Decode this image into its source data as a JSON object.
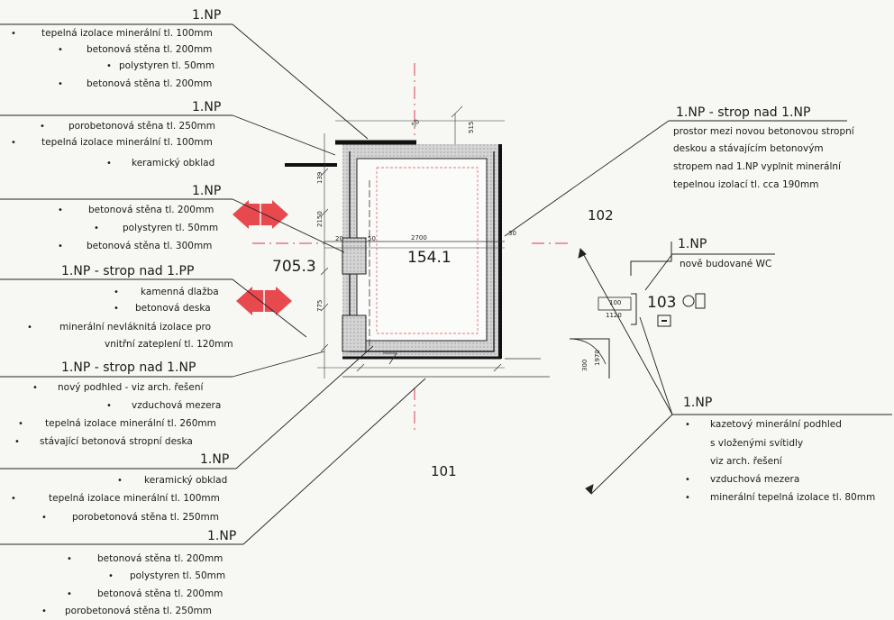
{
  "legend_groups": [
    {
      "title": "1.NP",
      "items": [
        "tepelná izolace minerální tl. 100mm",
        "betonová stěna tl. 200mm",
        "polystyren tl. 50mm",
        "betonová stěna tl. 200mm"
      ]
    },
    {
      "title": "1.NP",
      "items": [
        "porobetonová stěna tl. 250mm",
        "tepelná izolace minerální tl. 100mm",
        "keramický obklad"
      ]
    },
    {
      "title": "1.NP",
      "items": [
        "betonová stěna tl. 200mm",
        "polystyren tl. 50mm",
        "betonová stěna tl. 300mm"
      ]
    },
    {
      "title": "1.NP - strop nad 1.PP",
      "items": [
        "kamenná dlažba",
        "betonová deska",
        "minerální nevláknitá izolace pro",
        "vnitřní zateplení tl. 120mm"
      ]
    },
    {
      "title": "1.NP - strop nad 1.NP",
      "items": [
        "nový podhled - viz arch. řešení",
        "vzduchová mezera",
        "tepelná izolace minerální tl. 260mm",
        "stávající betonová stropní deska"
      ]
    },
    {
      "title": "1.NP",
      "items": [
        "keramický obklad",
        "tepelná izolace minerální tl. 100mm",
        "porobetonová stěna tl. 250mm"
      ]
    },
    {
      "title": "1.NP",
      "items": [
        "betonová stěna tl. 200mm",
        "polystyren tl. 50mm",
        "betonová stěna tl. 200mm",
        "porobetonová stěna tl. 250mm"
      ]
    }
  ],
  "right_note_ceiling": {
    "title": "1.NP - strop nad 1.NP",
    "lines": [
      "prostor mezi novou betonovou stropní",
      "deskou a stávajícím betonovým",
      "stropem nad 1.NP vyplnit minerální",
      "tepelnou izolací tl. cca 190mm"
    ]
  },
  "right_note_wc": {
    "title": "1.NP",
    "text": "nově budované WC"
  },
  "right_note_ceiling2": {
    "title": "1.NP",
    "items": [
      "kazetový minerální podhled",
      "s vloženými svítidly",
      "viz arch. řešení",
      "vzduchová mezera",
      "minerální tepelná izolace tl. 80mm"
    ]
  },
  "rooms": {
    "r102": "102",
    "r101": "101",
    "r103": "103",
    "r705": "705.3",
    "r154": "154.1"
  },
  "dimensions": {
    "d2700": "2700",
    "d20": "20",
    "d50": "50",
    "d30": "30",
    "d300": "300",
    "d100": "100",
    "d1120": "1120",
    "d1970": "1970",
    "d515": "515",
    "d2150": "2150",
    "d139": "139",
    "d775": "775"
  },
  "colors": {
    "section_mark": "#e8494f",
    "axis": "#e06070",
    "hatch": "#bdbdbd",
    "ink": "#1a1a1a"
  }
}
